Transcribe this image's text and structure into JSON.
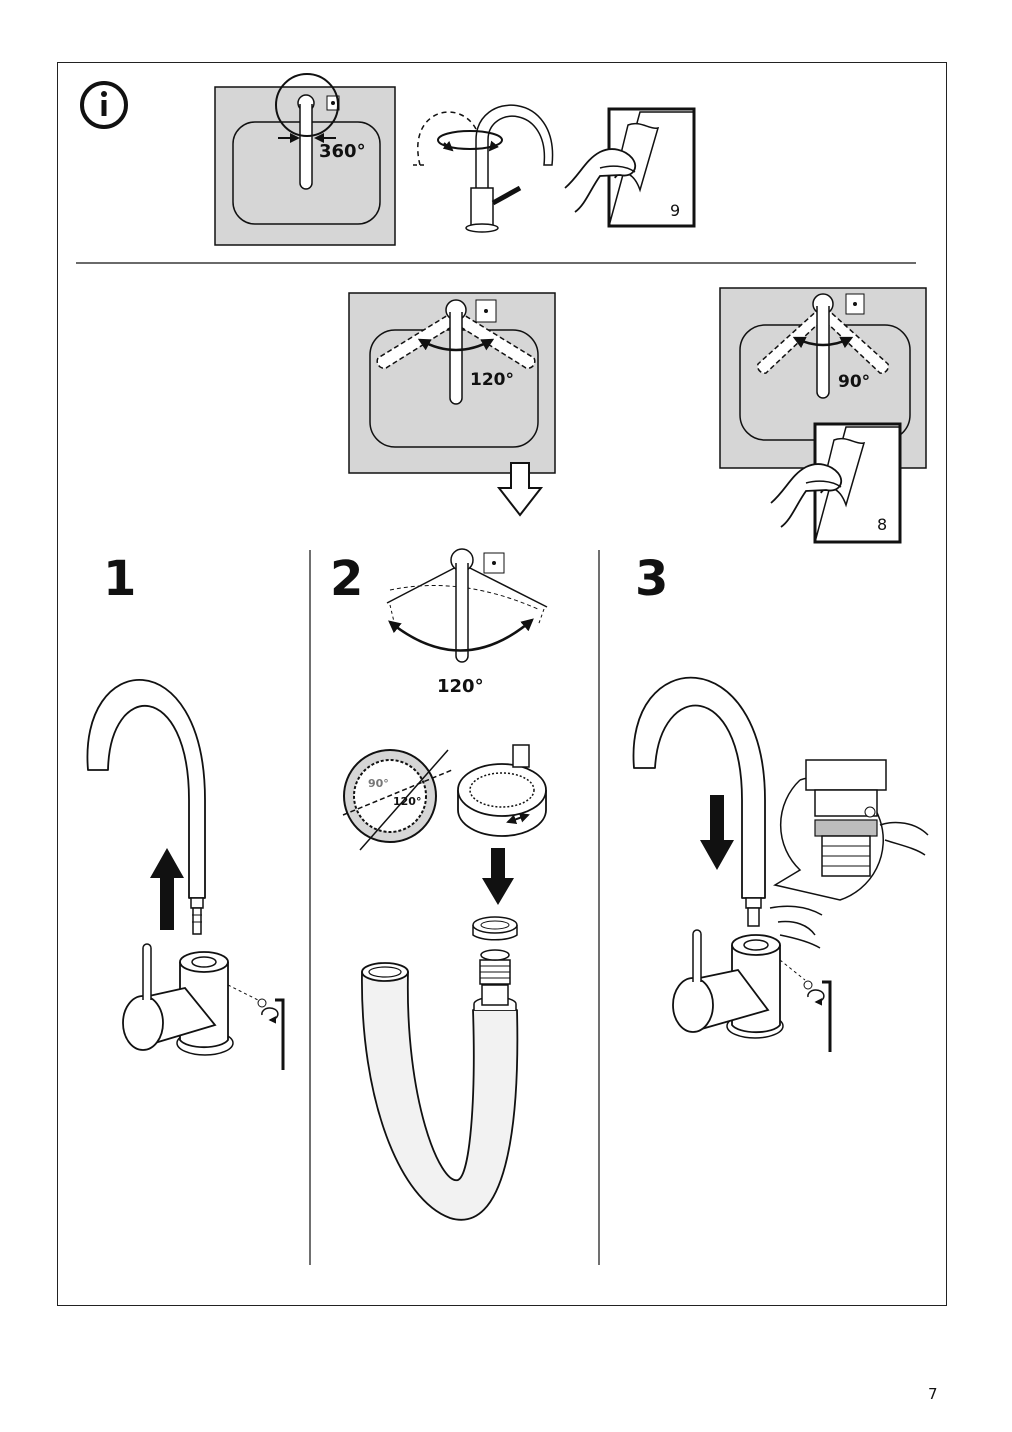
{
  "info": {
    "icon": "info-icon",
    "rotation_360": "360°",
    "page_ref_top": "9"
  },
  "options": {
    "angle_120": "120°",
    "angle_90": "90°",
    "page_ref_right": "8"
  },
  "steps": [
    {
      "number": "1"
    },
    {
      "number": "2",
      "angle_label": "120°",
      "ring_label_90": "90°",
      "ring_label_120": "120°"
    },
    {
      "number": "3"
    }
  ],
  "page_number": "7",
  "colors": {
    "panel_gray": "#d6d6d6",
    "line": "#111111",
    "hose_gray": "#f2f2f2"
  }
}
